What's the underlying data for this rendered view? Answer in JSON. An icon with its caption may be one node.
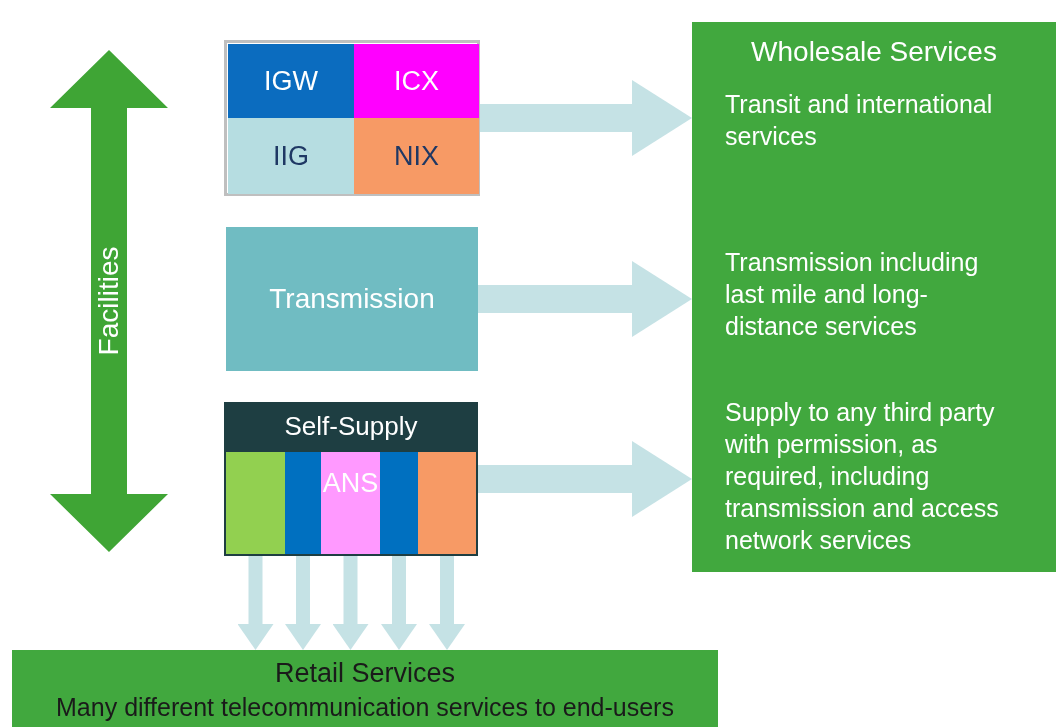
{
  "diagram": {
    "nodes": [
      {
        "text": [
          "Facilities"
        ]
      },
      {
        "text": [],
        "shape": "box"
      },
      {
        "text": [
          "IGW"
        ],
        "in": 1
      },
      {
        "text": [
          "ICX"
        ],
        "in": 1
      },
      {
        "text": [
          "IIG"
        ],
        "in": 1
      },
      {
        "text": [
          "NIX"
        ],
        "in": 1
      },
      {
        "text": [
          "Transmission"
        ]
      },
      {
        "text": [
          "Self-Supply"
        ]
      },
      {
        "text": [],
        "shape": "bar",
        "in": 7
      },
      {
        "text": [],
        "shape": "bar",
        "in": 7
      },
      {
        "text": [
          "ANS"
        ],
        "in": 7
      },
      {
        "text": [],
        "shape": "bar",
        "in": 7
      },
      {
        "text": [],
        "shape": "bar",
        "in": 7
      },
      {
        "text": [
          "Wholesale Services",
          "Transit and international services",
          "Transmission including last mile and long-distance services",
          "Supply to any third party with permission, as required, including transmission and access network services"
        ]
      },
      {
        "text": [
          "Retail Services",
          "Many different telecommunication services to end-users"
        ]
      }
    ],
    "edges": [
      {
        "from": 1,
        "to": 13,
        "arrow": "to",
        "style": "thick"
      },
      {
        "from": 6,
        "to": 13,
        "arrow": "to",
        "style": "thick"
      },
      {
        "from": 7,
        "to": 13,
        "arrow": "to",
        "style": "thick"
      },
      {
        "from": 8,
        "to": 14,
        "arrow": "to"
      },
      {
        "from": 9,
        "to": 14,
        "arrow": "to"
      },
      {
        "from": 10,
        "to": 14,
        "arrow": "to"
      },
      {
        "from": 11,
        "to": 14,
        "arrow": "to"
      },
      {
        "from": 12,
        "to": 14,
        "arrow": "to"
      }
    ]
  }
}
